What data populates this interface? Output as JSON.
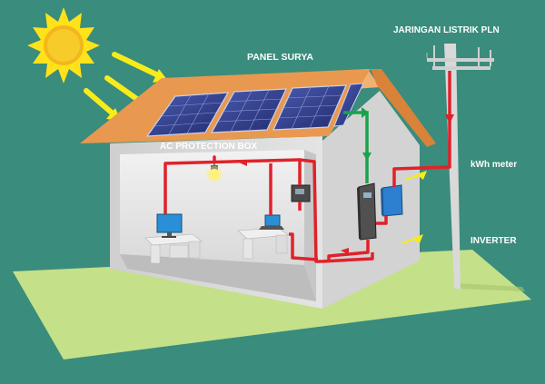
{
  "labels": {
    "panel_surya": "PANEL SURYA",
    "jaringan": "JARINGAN LISTRIK PLN",
    "ac_box": "AC PROTECTION BOX",
    "kwh": "kWh meter",
    "inverter": "INVERTER"
  },
  "colors": {
    "background": "#3a8c7c",
    "ground": "#c4e089",
    "roof": "#e8994f",
    "wall": "#d8d8d8",
    "wire_red": "#e0222a",
    "wire_green": "#19a34a",
    "sun": "#ffe21a",
    "panel": "#2f3d8f"
  }
}
